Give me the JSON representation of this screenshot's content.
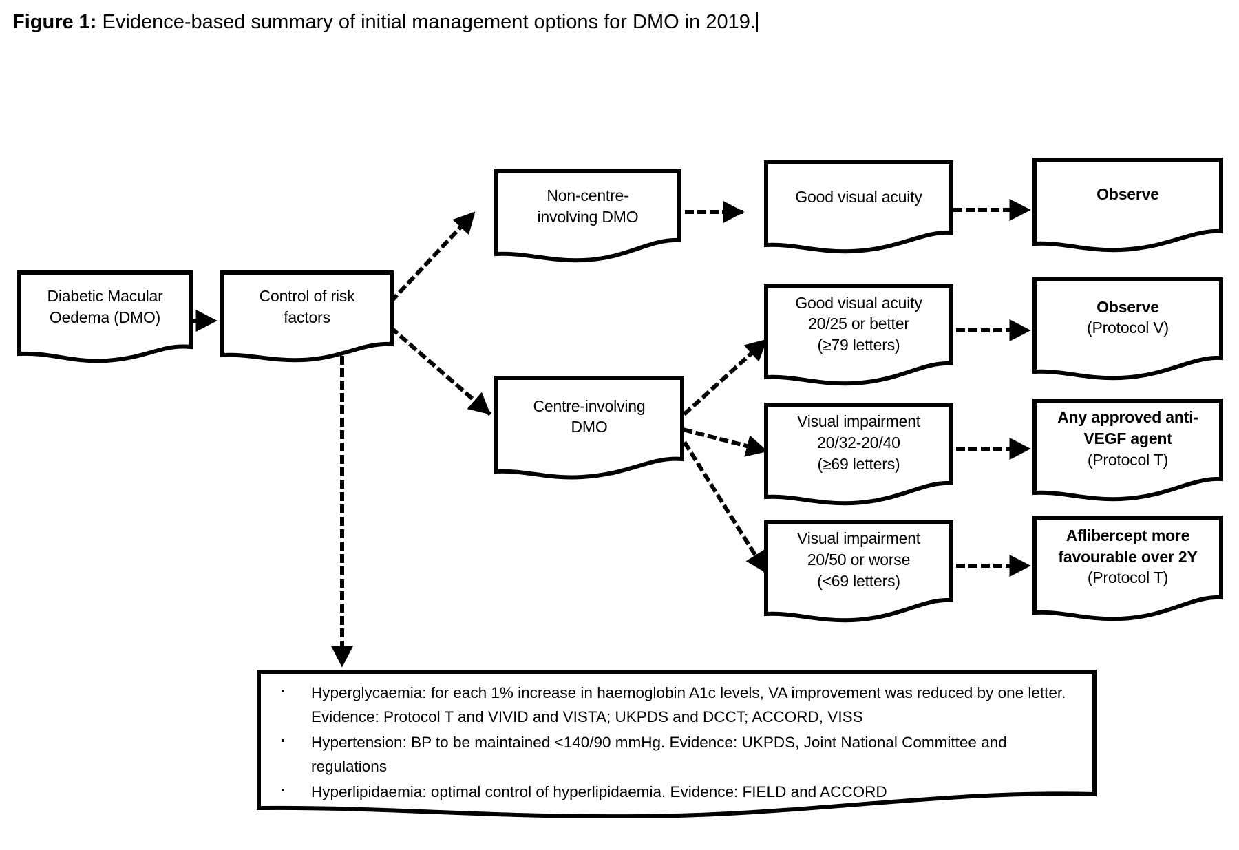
{
  "caption": {
    "bold_prefix": "Figure 1:",
    "rest": " Evidence-based summary of initial management options for DMO in 2019.",
    "has_text_caret": true
  },
  "theme": {
    "background": "#ffffff",
    "stroke": "#000000",
    "text": "#000000",
    "connector_style": "dotted-arrow"
  },
  "nodes": {
    "dmo": {
      "id": "diabetic-macular-oedema",
      "lines": [
        {
          "text": "Diabetic Macular",
          "bold": false
        },
        {
          "text": "Oedema (DMO)",
          "bold": false
        }
      ]
    },
    "risk_control": {
      "id": "control-of-risk-factors",
      "lines": [
        {
          "text": "Control of risk",
          "bold": false
        },
        {
          "text": "factors",
          "bold": false
        }
      ]
    },
    "non_centre": {
      "id": "non-centre-involving-dmo",
      "lines": [
        {
          "text": "Non-centre-",
          "bold": false
        },
        {
          "text": "involving DMO",
          "bold": false
        }
      ]
    },
    "centre": {
      "id": "centre-involving-dmo",
      "lines": [
        {
          "text": "Centre-involving",
          "bold": false
        },
        {
          "text": "DMO",
          "bold": false
        }
      ]
    },
    "good_va_nc": {
      "id": "good-visual-acuity",
      "lines": [
        {
          "text": "Good visual acuity",
          "bold": false
        }
      ]
    },
    "observe_nc": {
      "id": "observe",
      "lines": [
        {
          "text": "Observe",
          "bold": true
        }
      ]
    },
    "good_va_2025": {
      "id": "good-visual-acuity-2025",
      "lines": [
        {
          "text": "Good visual acuity",
          "bold": false
        },
        {
          "text": "20/25 or better",
          "bold": false
        },
        {
          "text": "(≥79 letters)",
          "bold": false
        }
      ]
    },
    "observe_protocol_v": {
      "id": "observe-protocol-v",
      "lines": [
        {
          "text": "Observe",
          "bold": true
        },
        {
          "text": "(Protocol V)",
          "bold": false
        }
      ]
    },
    "vi_2032": {
      "id": "visual-impairment-2032-2040",
      "lines": [
        {
          "text": "Visual impairment",
          "bold": false
        },
        {
          "text": "20/32-20/40",
          "bold": false
        },
        {
          "text": "(≥69 letters)",
          "bold": false
        }
      ]
    },
    "anti_vegf": {
      "id": "any-approved-anti-vegf-agent",
      "lines": [
        {
          "text": "Any approved anti-",
          "bold": true
        },
        {
          "text": "VEGF agent",
          "bold": true
        },
        {
          "text": "(Protocol T)",
          "bold": false
        }
      ]
    },
    "vi_2050": {
      "id": "visual-impairment-2050-or-worse",
      "lines": [
        {
          "text": "Visual impairment",
          "bold": false
        },
        {
          "text": "20/50 or worse",
          "bold": false
        },
        {
          "text": "(<69 letters)",
          "bold": false
        }
      ]
    },
    "aflibercept": {
      "id": "aflibercept-more-favourable",
      "lines": [
        {
          "text": "Aflibercept more",
          "bold": true
        },
        {
          "text": "favourable over 2Y",
          "bold": true
        },
        {
          "text": "(Protocol T)",
          "bold": false
        }
      ]
    }
  },
  "risk_factors": {
    "bullet_glyph": "▪",
    "items": [
      {
        "lines": [
          "Hyperglycaemia: for each 1% increase in haemoglobin A1c levels, VA improvement was reduced by one letter.",
          "Evidence: Protocol T and VIVID and VISTA; UKPDS and DCCT; ACCORD, VISS"
        ]
      },
      {
        "lines": [
          "Hypertension: BP to be maintained <140/90 mmHg. Evidence: UKPDS, Joint National Committee and regulations"
        ]
      },
      {
        "lines": [
          "Hyperlipidaemia: optimal control of hyperlipidaemia. Evidence: FIELD and ACCORD"
        ]
      }
    ]
  },
  "connectors": [
    {
      "from": "diabetic-macular-oedema",
      "to": "control-of-risk-factors",
      "style": "dotted"
    },
    {
      "from": "control-of-risk-factors",
      "to": "non-centre-involving-dmo",
      "style": "dotted"
    },
    {
      "from": "control-of-risk-factors",
      "to": "centre-involving-dmo",
      "style": "dotted"
    },
    {
      "from": "control-of-risk-factors",
      "to": "risk-factors-box",
      "style": "dotted"
    },
    {
      "from": "non-centre-involving-dmo",
      "to": "good-visual-acuity",
      "style": "dotted"
    },
    {
      "from": "good-visual-acuity",
      "to": "observe",
      "style": "dotted"
    },
    {
      "from": "centre-involving-dmo",
      "to": "good-visual-acuity-2025",
      "style": "dotted"
    },
    {
      "from": "centre-involving-dmo",
      "to": "visual-impairment-2032-2040",
      "style": "dotted"
    },
    {
      "from": "centre-involving-dmo",
      "to": "visual-impairment-2050-or-worse",
      "style": "dotted"
    },
    {
      "from": "good-visual-acuity-2025",
      "to": "observe-protocol-v",
      "style": "dotted"
    },
    {
      "from": "visual-impairment-2032-2040",
      "to": "any-approved-anti-vegf-agent",
      "style": "dotted"
    },
    {
      "from": "visual-impairment-2050-or-worse",
      "to": "aflibercept-more-favourable",
      "style": "dotted"
    }
  ]
}
